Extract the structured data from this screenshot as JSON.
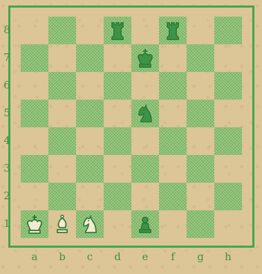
{
  "ranks": [
    "8",
    "7",
    "6",
    "5",
    "4",
    "3",
    "2",
    "1"
  ],
  "files": [
    "a",
    "b",
    "c",
    "d",
    "e",
    "f",
    "g",
    "h"
  ],
  "colors": {
    "board_green": "#5dbb63",
    "frame_green": "#3fa74a",
    "paper": "#dcc597"
  },
  "pieces": [
    {
      "square": "d8",
      "type": "rook",
      "color": "black",
      "icon": "rook-icon"
    },
    {
      "square": "f8",
      "type": "rook",
      "color": "black",
      "icon": "rook-icon"
    },
    {
      "square": "e7",
      "type": "king",
      "color": "black",
      "icon": "king-icon"
    },
    {
      "square": "e5",
      "type": "knight",
      "color": "black",
      "icon": "knight-icon"
    },
    {
      "square": "a1",
      "type": "king",
      "color": "white",
      "icon": "king-icon"
    },
    {
      "square": "b1",
      "type": "bishop",
      "color": "white",
      "icon": "bishop-icon"
    },
    {
      "square": "c1",
      "type": "knight",
      "color": "white",
      "icon": "knight-icon"
    },
    {
      "square": "e1",
      "type": "pawn",
      "color": "black",
      "icon": "pawn-icon"
    }
  ]
}
